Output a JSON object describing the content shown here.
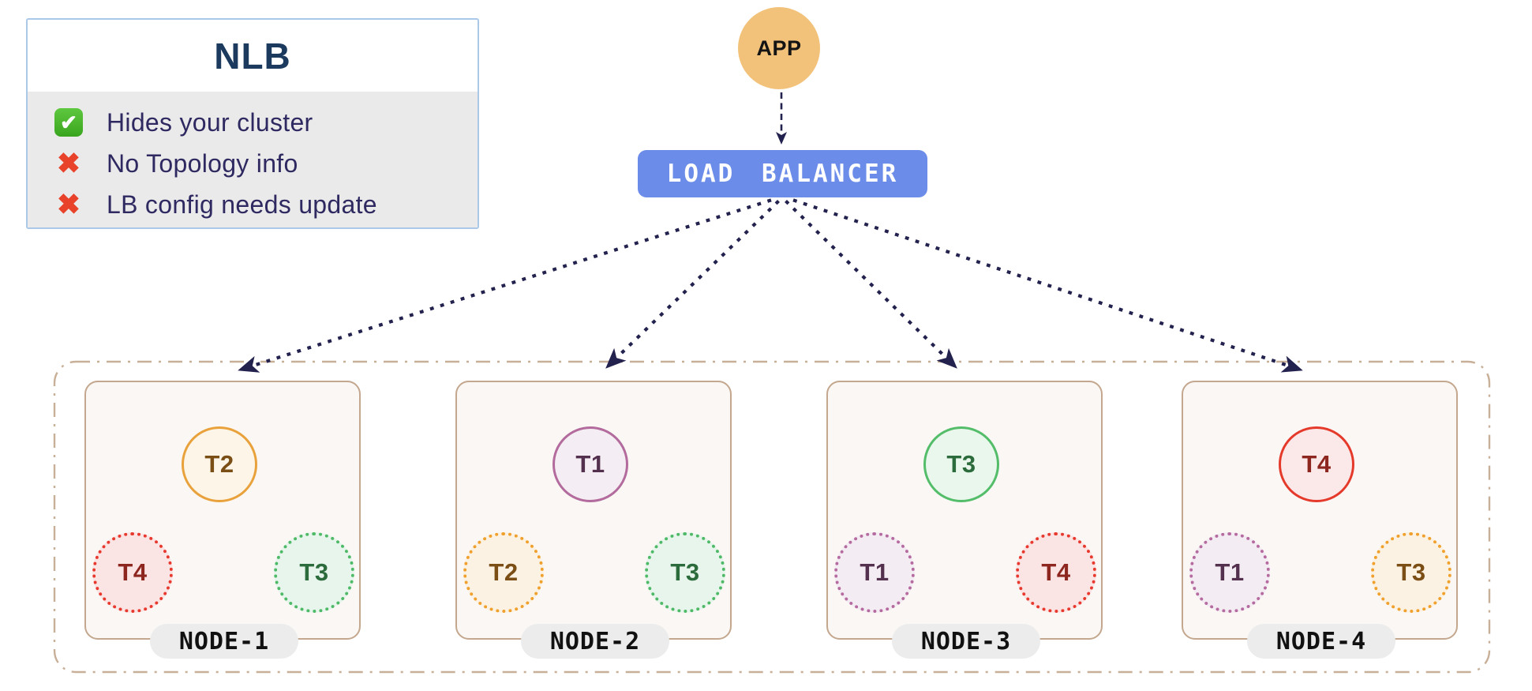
{
  "legend": {
    "title": "NLB",
    "items": [
      {
        "icon": "check",
        "text": "Hides your cluster"
      },
      {
        "icon": "cross",
        "text": "No Topology info"
      },
      {
        "icon": "cross",
        "text": "LB config needs update"
      }
    ]
  },
  "app": {
    "label": "APP"
  },
  "load_balancer": {
    "label": "LOAD BALANCER"
  },
  "nodes": [
    {
      "label": "NODE-1",
      "top": {
        "label": "T2",
        "style": "solid-orange"
      },
      "bottom_left": {
        "label": "T4",
        "style": "dotted-red"
      },
      "bottom_right": {
        "label": "T3",
        "style": "dotted-green"
      }
    },
    {
      "label": "NODE-2",
      "top": {
        "label": "T1",
        "style": "solid-purple"
      },
      "bottom_left": {
        "label": "T2",
        "style": "dotted-orange"
      },
      "bottom_right": {
        "label": "T3",
        "style": "dotted-green"
      }
    },
    {
      "label": "NODE-3",
      "top": {
        "label": "T3",
        "style": "solid-green"
      },
      "bottom_left": {
        "label": "T1",
        "style": "dotted-purple"
      },
      "bottom_right": {
        "label": "T4",
        "style": "dotted-red"
      }
    },
    {
      "label": "NODE-4",
      "top": {
        "label": "T4",
        "style": "solid-red"
      },
      "bottom_left": {
        "label": "T1",
        "style": "dotted-purple"
      },
      "bottom_right": {
        "label": "T3",
        "style": "dotted-orange"
      }
    }
  ],
  "colors": {
    "lb_blue": "#6b8de9",
    "app_orange": "#f2c27b",
    "edge_navy": "#23224e",
    "cluster_tan": "#c8af98",
    "node_border": "#c3a78e",
    "node_fill": "#faf7f4",
    "pill_gray": "#ececec",
    "legend_border": "#abc8e8",
    "legend_title": "#1b3a5e",
    "legend_text": "#2e2960",
    "legend_body_bg": "#ebeaea",
    "check_green": "#45b52c",
    "cross_red": "#e8432a"
  }
}
